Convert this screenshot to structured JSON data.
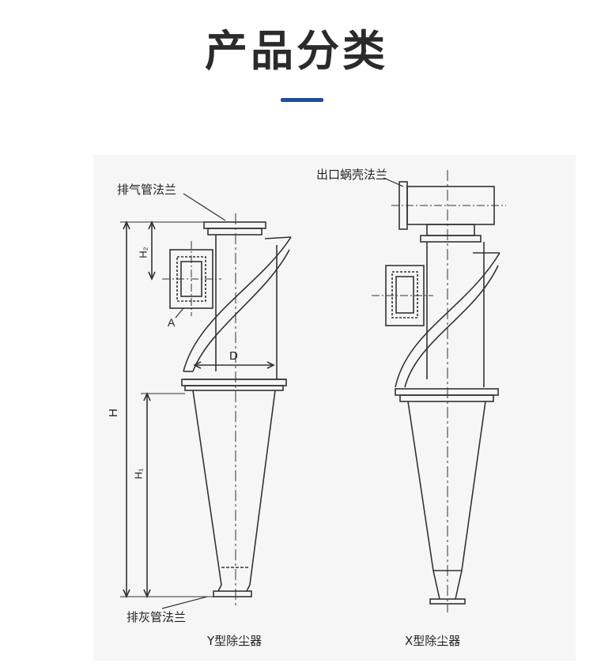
{
  "header": {
    "title": "产品分类"
  },
  "labels": {
    "exhaust_flange": "排气管法兰",
    "outlet_volute_flange": "出口蜗壳法兰",
    "ash_flange": "排灰管法兰",
    "y_type": "Y型除尘器",
    "x_type": "X型除尘器"
  },
  "dimensions": {
    "H": "H",
    "H1": "H₁",
    "H2": "H₂",
    "D": "D",
    "A": "A"
  },
  "colors": {
    "title_bar": "#1f4e9c",
    "line": "#333333"
  }
}
